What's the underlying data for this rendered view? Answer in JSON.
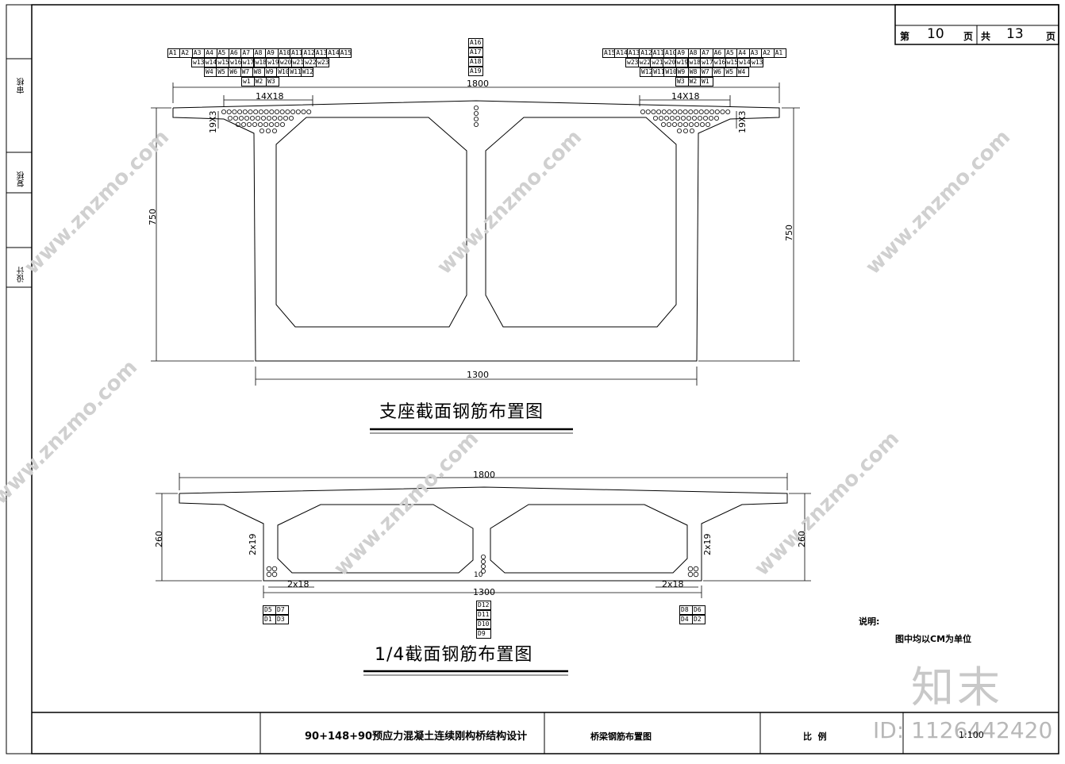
{
  "page_info": {
    "page_label_1": "第",
    "page_no": "10",
    "page_label_2": "页",
    "total_label": "共",
    "total_no": "13",
    "total_label_2": "页"
  },
  "side_labels": [
    "审核",
    "复核",
    "设计"
  ],
  "section1": {
    "title": "支座截面钢筋布置图",
    "width_top": "1800",
    "width_bottom": "1300",
    "height_left": "750",
    "height_right": "750",
    "spacing_left": "14X18",
    "spacing_right": "14X18",
    "vspacing_left": "19X3",
    "vspacing_right": "19X3",
    "left_tags_row1": [
      "A1",
      "A2",
      "A3",
      "A4",
      "A5",
      "A6",
      "A7",
      "A8",
      "A9",
      "A10",
      "A11",
      "A12",
      "A13",
      "A14",
      "A15"
    ],
    "left_tags_row2": [
      "w13",
      "w14",
      "w15",
      "w16",
      "w17",
      "w18",
      "w19",
      "w20",
      "w21",
      "w22",
      "w23"
    ],
    "left_tags_row3": [
      "W4",
      "W5",
      "W6",
      "W7",
      "W8",
      "W9",
      "W10",
      "W11",
      "W12"
    ],
    "left_tags_row4": [
      "w1",
      "W2",
      "W3"
    ],
    "right_tags_row1": [
      "A15",
      "A14",
      "A13",
      "A12",
      "A11",
      "A10",
      "A9",
      "A8",
      "A7",
      "A6",
      "A5",
      "A4",
      "A3",
      "A2",
      "A1"
    ],
    "right_tags_row2": [
      "w23",
      "w22",
      "w21",
      "w20",
      "w19",
      "w18",
      "w17",
      "w16",
      "w15",
      "w14",
      "w13"
    ],
    "right_tags_row3": [
      "W12",
      "W11",
      "W10",
      "W9",
      "W8",
      "W7",
      "W6",
      "W5",
      "W4"
    ],
    "right_tags_row4": [
      "W3",
      "W2",
      "W1"
    ],
    "center_tags": [
      "A16",
      "A17",
      "A18",
      "A19"
    ]
  },
  "section2": {
    "title": "1/4截面钢筋布置图",
    "width_top": "1800",
    "width_bottom": "1300",
    "height_left": "260",
    "height_right": "260",
    "spacing_left": "2x18",
    "spacing_right": "2x18",
    "vspacing_left": "2x19",
    "vspacing_right": "2x19",
    "center_mark": "10",
    "left_tags": [
      [
        "D5",
        "D7"
      ],
      [
        "D1",
        "D3"
      ]
    ],
    "right_tags": [
      [
        "D8",
        "D6"
      ],
      [
        "D4",
        "D2"
      ]
    ],
    "center_tags": [
      "D12",
      "D11",
      "D10",
      "D9"
    ]
  },
  "notes": {
    "heading": "说明:",
    "text": "图中均以CM为单位"
  },
  "title_block": {
    "project": "90+148+90预应力混凝土连续刚构桥结构设计",
    "drawing": "桥梁钢筋布置图",
    "scale_label": "比  例",
    "scale_value": "1:100"
  },
  "watermark": {
    "brand": "知末",
    "id": "ID: 1126442420",
    "site": "www.znzmo.com"
  }
}
